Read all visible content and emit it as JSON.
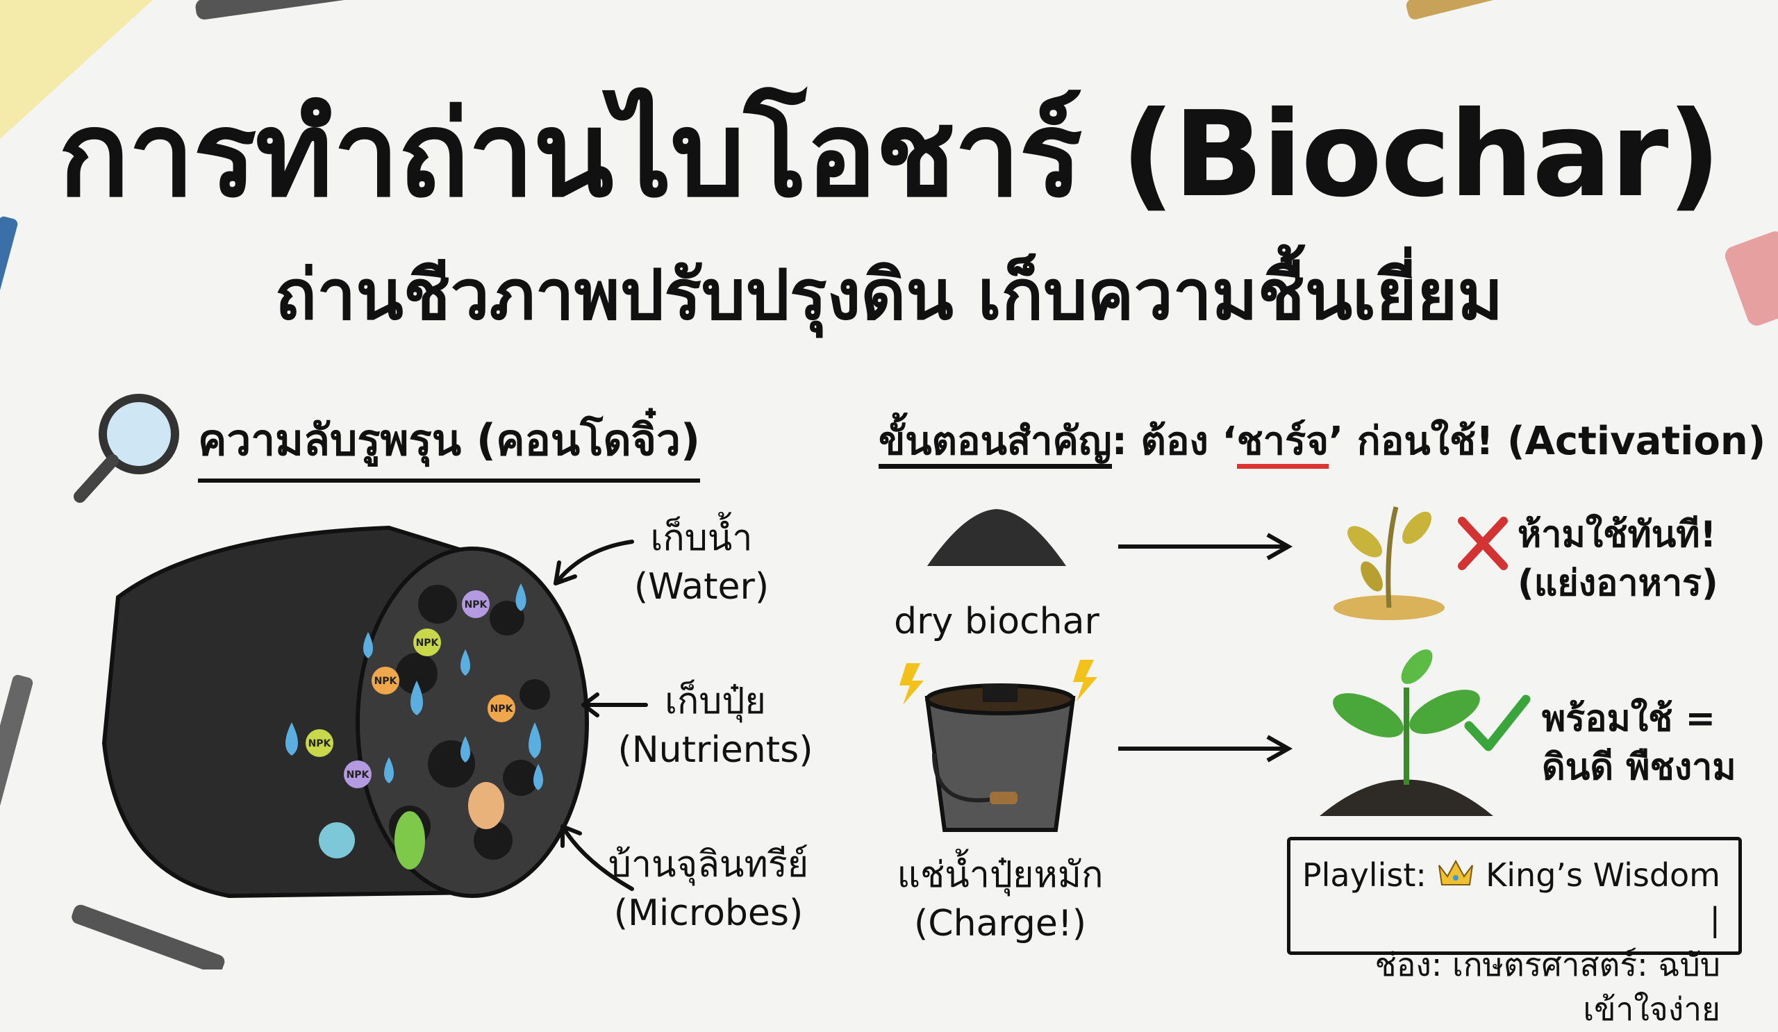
{
  "title": "การทำถ่านไบโอชาร์ (Biochar)",
  "subtitle": "ถ่านชีวภาพปรับปรุงดิน เก็บความชื้นเยี่ยม",
  "left_section": {
    "heading": "ความลับรูพรุน (คอนโดจิ๋ว)",
    "npk_label": "NPK",
    "labels": [
      {
        "th": "เก็บน้ำ",
        "en": "(Water)"
      },
      {
        "th": "เก็บปุ๋ย",
        "en": "(Nutrients)"
      },
      {
        "th": "บ้านจุลินทรีย์",
        "en": "(Microbes)"
      }
    ]
  },
  "right_section": {
    "heading_part1": "ขั้นตอนสำคัญ",
    "heading_part2": ": ต้อง ‘",
    "heading_part3": "ชาร์จ",
    "heading_part4": "’ ก่อนใช้! (Activation)",
    "dry_label": "dry biochar",
    "soak_label_th": "แช่น้ำปุ๋ยหมัก",
    "soak_label_en": "(Charge!)",
    "bad_result": {
      "line1": "ห้ามใช้ทันที!",
      "line2": "(แย่งอาหาร)"
    },
    "good_result": {
      "line1": "พร้อมใช้ =",
      "line2": "ดินดี พืชงาม"
    }
  },
  "footer": {
    "playlist_prefix": "Playlist:",
    "playlist_name": "King’s Wisdom |",
    "channel": "ช่อง: เกษตรศาสตร์: ฉบับเข้าใจง่าย"
  },
  "colors": {
    "red": "#d33333",
    "green": "#3aa53a",
    "water": "#5aaee0",
    "char": "#2a2a2a"
  }
}
